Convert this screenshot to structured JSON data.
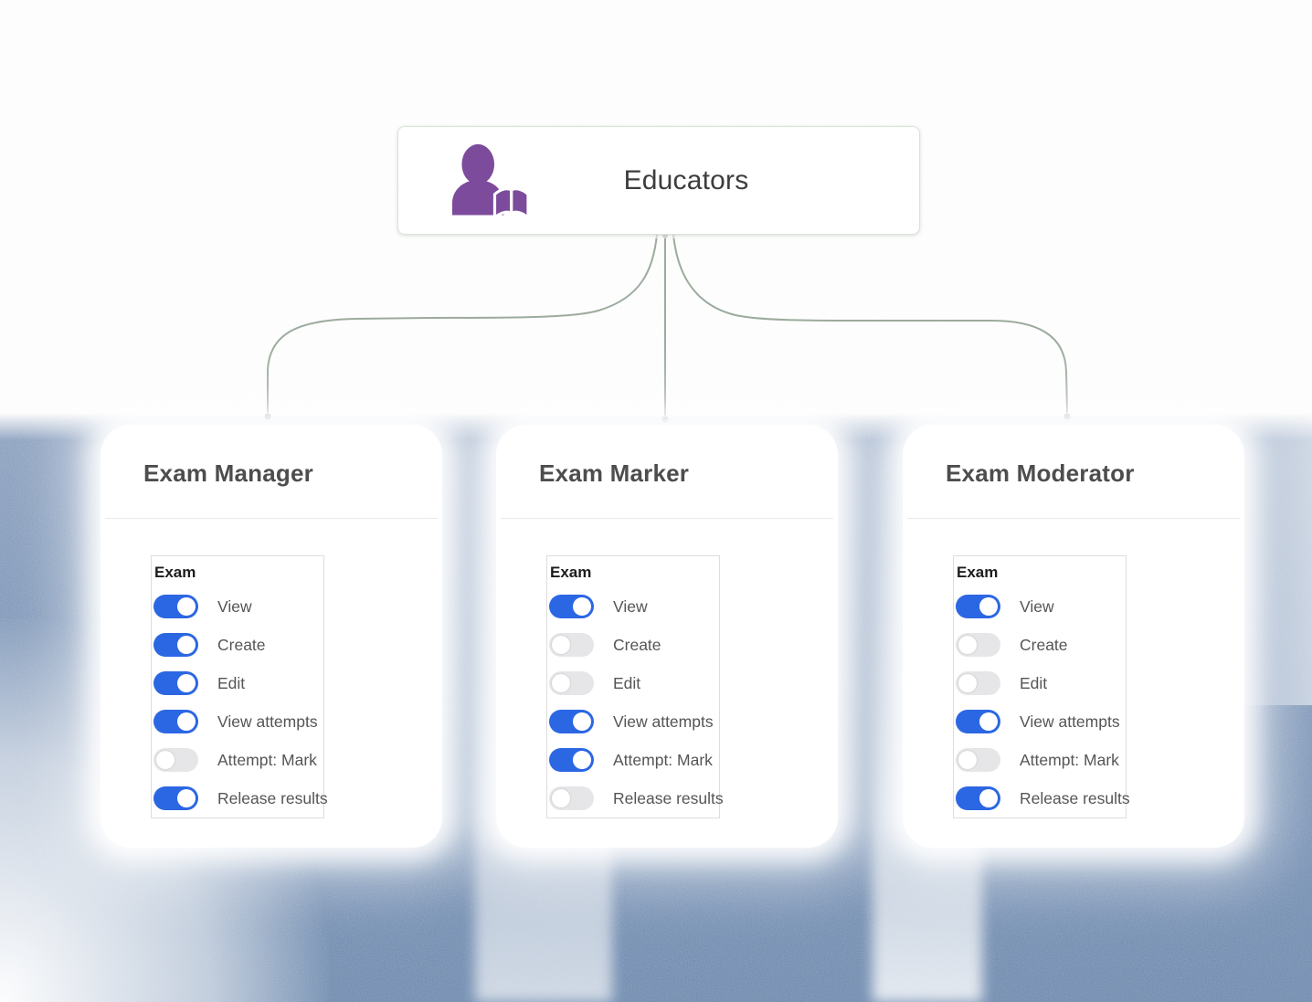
{
  "colors": {
    "toggle_on": "#2c67e3",
    "toggle_off": "#e6e6e8",
    "connector": "#9cab9d",
    "icon_purple": "#7c4b9c",
    "background_blue": "#7b94b8"
  },
  "educators": {
    "label": "Educators",
    "icon": "educator-person-book-icon"
  },
  "cards": [
    {
      "title": "Exam Manager",
      "section": "Exam",
      "permissions": [
        {
          "label": "View",
          "enabled": true
        },
        {
          "label": "Create",
          "enabled": true
        },
        {
          "label": "Edit",
          "enabled": true
        },
        {
          "label": "View attempts",
          "enabled": true
        },
        {
          "label": "Attempt: Mark",
          "enabled": false
        },
        {
          "label": "Release results",
          "enabled": true
        }
      ]
    },
    {
      "title": "Exam Marker",
      "section": "Exam",
      "permissions": [
        {
          "label": "View",
          "enabled": true
        },
        {
          "label": "Create",
          "enabled": false
        },
        {
          "label": "Edit",
          "enabled": false
        },
        {
          "label": "View attempts",
          "enabled": true
        },
        {
          "label": "Attempt: Mark",
          "enabled": true
        },
        {
          "label": "Release results",
          "enabled": false
        }
      ]
    },
    {
      "title": "Exam Moderator",
      "section": "Exam",
      "permissions": [
        {
          "label": "View",
          "enabled": true
        },
        {
          "label": "Create",
          "enabled": false
        },
        {
          "label": "Edit",
          "enabled": false
        },
        {
          "label": "View attempts",
          "enabled": true
        },
        {
          "label": "Attempt: Mark",
          "enabled": false
        },
        {
          "label": "Release results",
          "enabled": true
        }
      ]
    }
  ]
}
